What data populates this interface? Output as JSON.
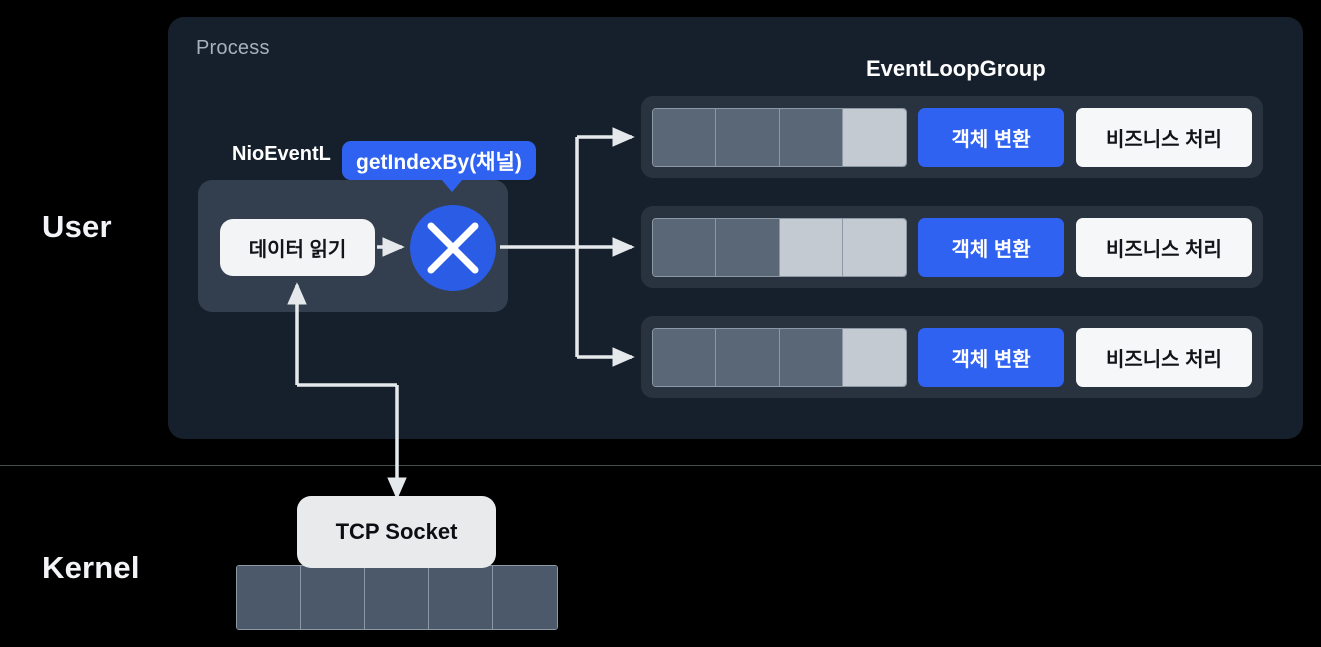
{
  "sections": {
    "user_label": "User",
    "kernel_label": "Kernel"
  },
  "process": {
    "title": "Process",
    "nio_event_loop_label": "NioEventL",
    "read_data_label": "데이터 읽기",
    "tooltip_label": "getIndexBy(채널)",
    "dispatch_icon": "x-cross-icon"
  },
  "event_loop_group": {
    "title": "EventLoopGroup",
    "rows": [
      {
        "buffer_cells": [
          "filled",
          "filled",
          "filled",
          "empty"
        ],
        "convert_label": "객체 변환",
        "business_label": "비즈니스 처리"
      },
      {
        "buffer_cells": [
          "filled",
          "filled",
          "empty",
          "empty"
        ],
        "convert_label": "객체 변환",
        "business_label": "비즈니스 처리"
      },
      {
        "buffer_cells": [
          "filled",
          "filled",
          "filled",
          "empty"
        ],
        "convert_label": "객체 변환",
        "business_label": "비즈니스 처리"
      }
    ]
  },
  "kernel": {
    "socket_label": "TCP Socket",
    "socket_buffer_cells": [
      "filled",
      "filled",
      "filled",
      "filled",
      "filled"
    ]
  },
  "colors": {
    "background": "#000000",
    "process_panel": "#16202c",
    "nio_box": "#333f4f",
    "row_panel": "#29323f",
    "accent_blue": "#2f62f0",
    "circle_blue": "#2b5ce6",
    "cell_filled": "#5a6776",
    "cell_empty": "#c3cad2",
    "kernel_cell": "#4c596a",
    "white_pill": "#f6f7f8",
    "arrow": "#e6e9ec",
    "divider": "#41504c"
  }
}
